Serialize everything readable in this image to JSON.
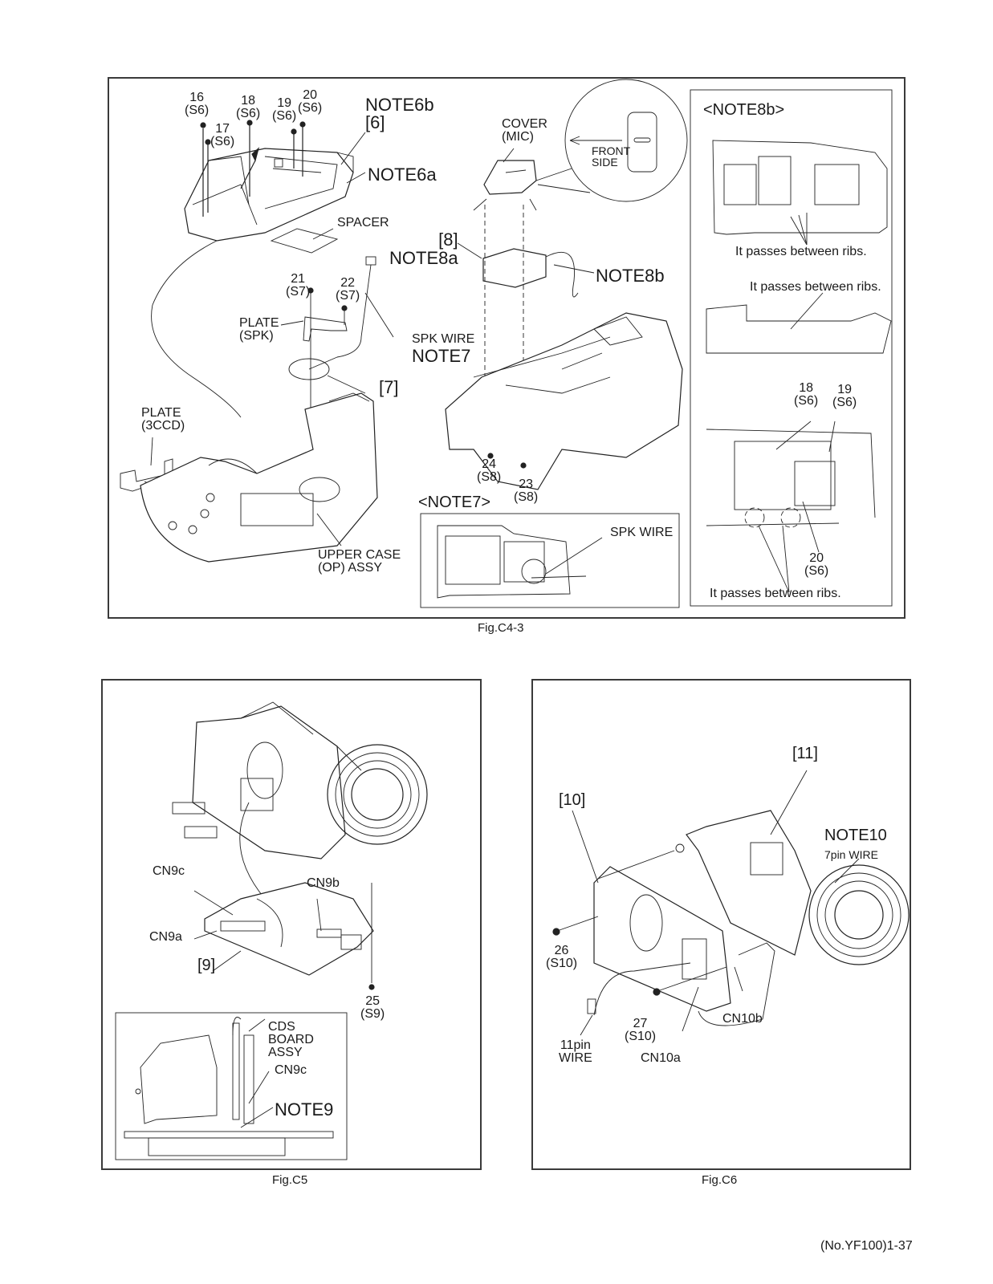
{
  "page_number": "(No.YF100)1-37",
  "fig_c4_3": {
    "caption": "Fig.C4-3",
    "screws": [
      {
        "num": "16",
        "type": "(S6)"
      },
      {
        "num": "17",
        "type": "(S6)"
      },
      {
        "num": "18",
        "type": "(S6)"
      },
      {
        "num": "19",
        "type": "(S6)"
      },
      {
        "num": "20",
        "type": "(S6)"
      },
      {
        "num": "21",
        "type": "(S7)"
      },
      {
        "num": "22",
        "type": "(S7)"
      },
      {
        "num": "23",
        "type": "(S8)"
      },
      {
        "num": "24",
        "type": "(S8)"
      }
    ],
    "labels": {
      "note6b": "NOTE6b",
      "step6": "[6]",
      "note6a": "NOTE6a",
      "spacer": "SPACER",
      "plate_spk_1": "PLATE",
      "plate_spk_2": "(SPK)",
      "spk_wire": "SPK WIRE",
      "note7": "NOTE7",
      "step7": "[7]",
      "plate_3ccd_1": "PLATE",
      "plate_3ccd_2": "(3CCD)",
      "upper_case_1": "UPPER CASE",
      "upper_case_2": "(OP) ASSY",
      "cover_mic_1": "COVER",
      "cover_mic_2": "(MIC)",
      "front_1": "FRONT",
      "front_2": "SIDE",
      "step8": "[8]",
      "note8a": "NOTE8a",
      "note8b": "NOTE8b"
    },
    "note7_box": {
      "title": "<NOTE7>",
      "label": "SPK WIRE"
    },
    "note8b_box": {
      "title": "<NOTE8b>",
      "rib_note_1": "It passes between ribs.",
      "rib_note_2": "It passes between ribs.",
      "rib_note_3": "It passes between ribs.",
      "screw_18": "18",
      "screw_18_type": "(S6)",
      "screw_19": "19",
      "screw_19_type": "(S6)",
      "screw_20": "20",
      "screw_20_type": "(S6)"
    }
  },
  "fig_c5": {
    "caption": "Fig.C5",
    "labels": {
      "cn9c": "CN9c",
      "cn9b": "CN9b",
      "cn9a": "CN9a",
      "step9": "[9]",
      "screw_25": "25",
      "screw_25_type": "(S9)"
    },
    "note9_box": {
      "cds_1": "CDS",
      "cds_2": "BOARD",
      "cds_3": "ASSY",
      "cn9c": "CN9c",
      "note9": "NOTE9"
    }
  },
  "fig_c6": {
    "caption": "Fig.C6",
    "labels": {
      "step10": "[10]",
      "step11": "[11]",
      "note10": "NOTE10",
      "wire7": "7pin WIRE",
      "screw_26": "26",
      "screw_26_type": "(S10)",
      "screw_27": "27",
      "screw_27_type": "(S10)",
      "wire11_1": "11pin",
      "wire11_2": "WIRE",
      "cn10b": "CN10b",
      "cn10a": "CN10a"
    }
  }
}
